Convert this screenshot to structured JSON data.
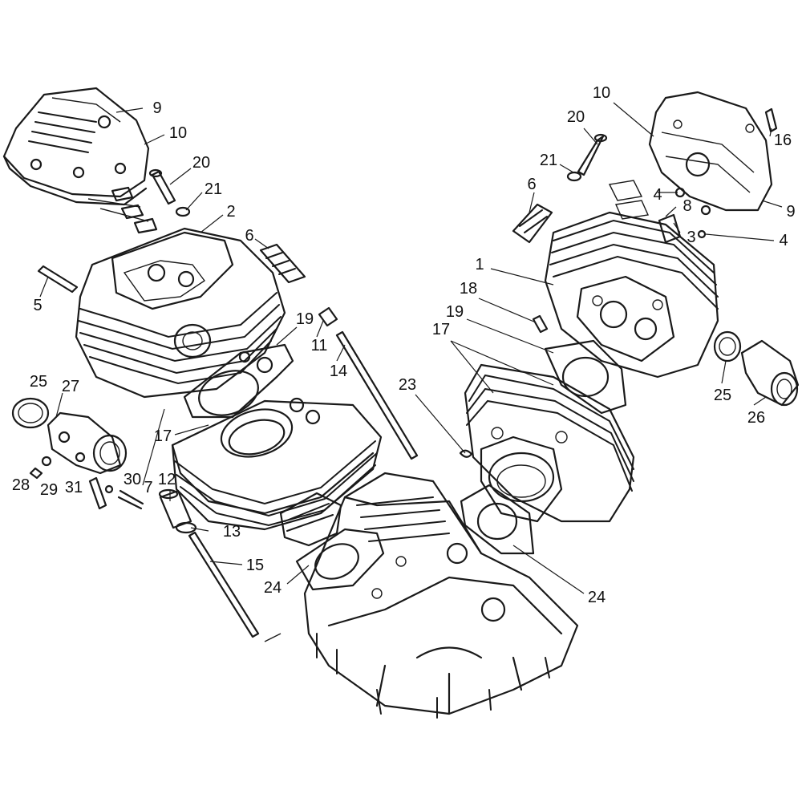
{
  "callouts": [
    {
      "id": "c-9-left",
      "text": "9"
    },
    {
      "id": "c-10-left",
      "text": "10"
    },
    {
      "id": "c-20-left",
      "text": "20"
    },
    {
      "id": "c-21-left",
      "text": "21"
    },
    {
      "id": "c-2",
      "text": "2"
    },
    {
      "id": "c-6-left",
      "text": "6"
    },
    {
      "id": "c-5",
      "text": "5"
    },
    {
      "id": "c-19-left",
      "text": "19"
    },
    {
      "id": "c-11",
      "text": "11"
    },
    {
      "id": "c-14",
      "text": "14"
    },
    {
      "id": "c-25-left",
      "text": "25"
    },
    {
      "id": "c-27",
      "text": "27"
    },
    {
      "id": "c-17-left",
      "text": "17"
    },
    {
      "id": "c-28",
      "text": "28"
    },
    {
      "id": "c-29",
      "text": "29"
    },
    {
      "id": "c-31",
      "text": "31"
    },
    {
      "id": "c-30",
      "text": "30"
    },
    {
      "id": "c-7",
      "text": "7"
    },
    {
      "id": "c-12",
      "text": "12"
    },
    {
      "id": "c-13",
      "text": "13"
    },
    {
      "id": "c-15",
      "text": "15"
    },
    {
      "id": "c-24-left",
      "text": "24"
    },
    {
      "id": "c-23",
      "text": "23"
    },
    {
      "id": "c-24-right",
      "text": "24"
    },
    {
      "id": "c-10-right",
      "text": "10"
    },
    {
      "id": "c-20-right",
      "text": "20"
    },
    {
      "id": "c-16",
      "text": "16"
    },
    {
      "id": "c-21-right",
      "text": "21"
    },
    {
      "id": "c-6-right",
      "text": "6"
    },
    {
      "id": "c-4-top",
      "text": "4"
    },
    {
      "id": "c-8",
      "text": "8"
    },
    {
      "id": "c-9-right",
      "text": "9"
    },
    {
      "id": "c-3",
      "text": "3"
    },
    {
      "id": "c-4-mid",
      "text": "4"
    },
    {
      "id": "c-1",
      "text": "1"
    },
    {
      "id": "c-18",
      "text": "18"
    },
    {
      "id": "c-19-right",
      "text": "19"
    },
    {
      "id": "c-17-right",
      "text": "17"
    },
    {
      "id": "c-25-right",
      "text": "25"
    },
    {
      "id": "c-26",
      "text": "26"
    }
  ]
}
